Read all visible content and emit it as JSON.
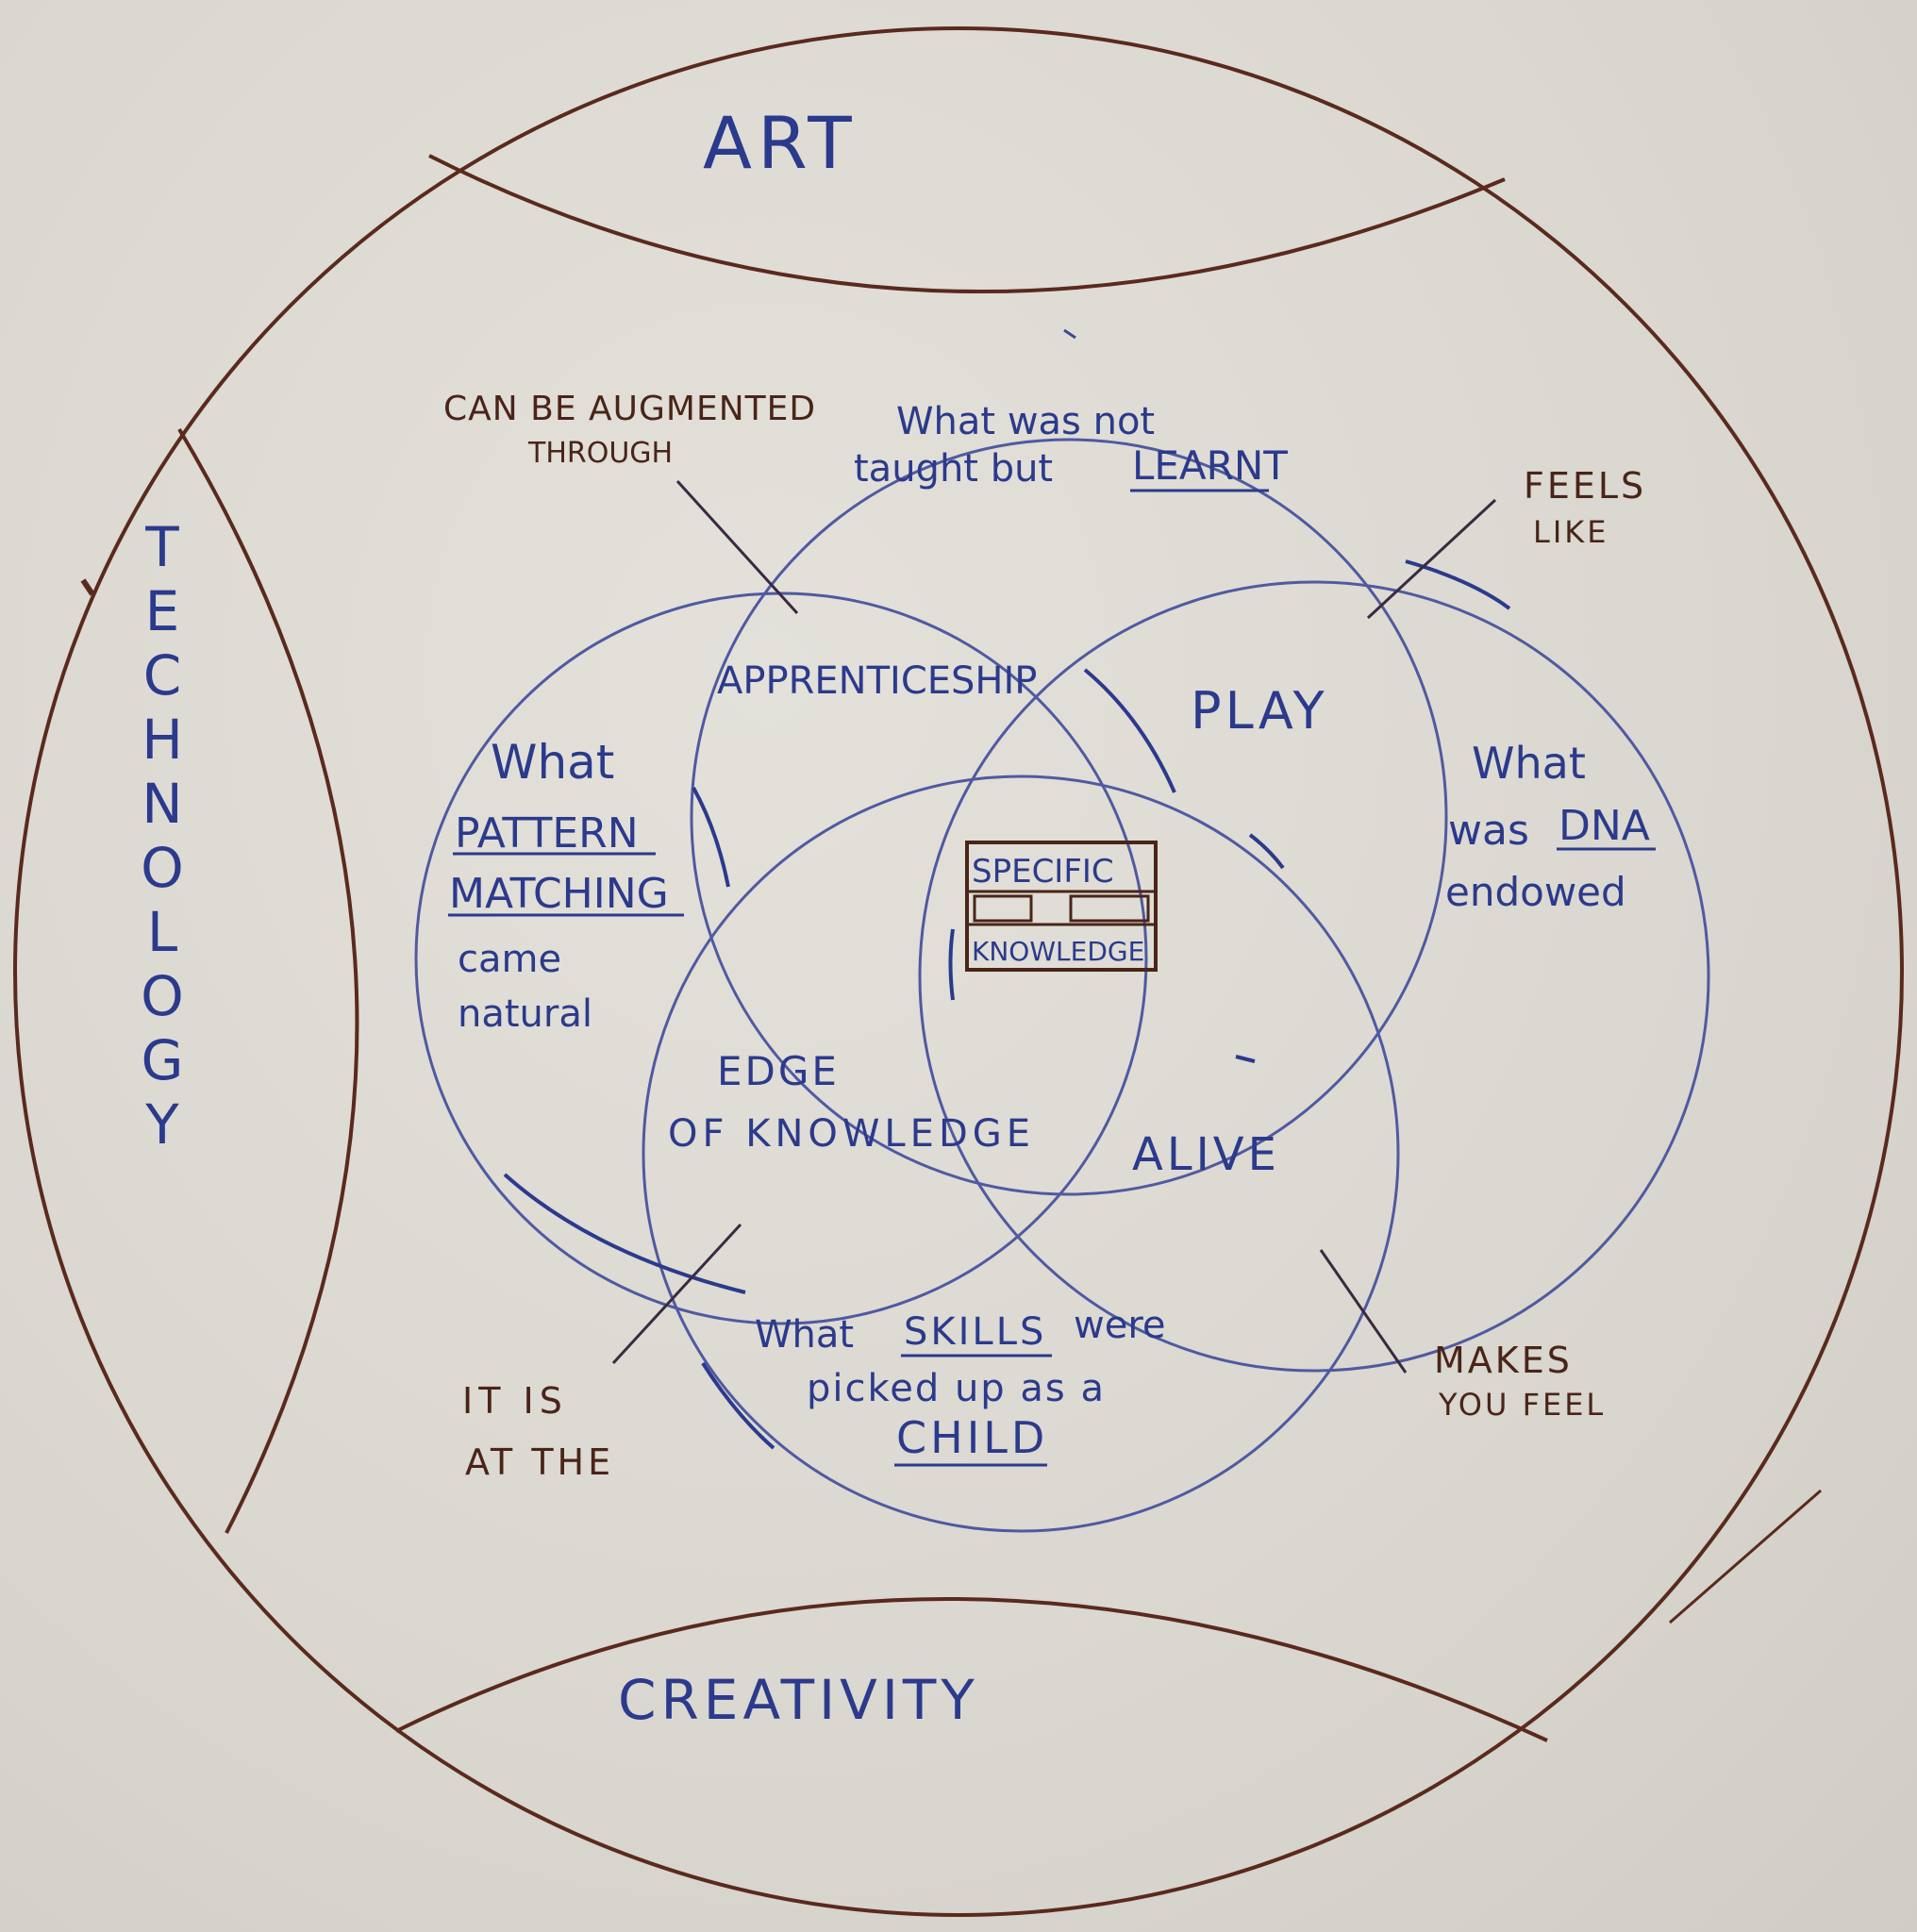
{
  "colors": {
    "paper": "#dcdad2",
    "brown_ink": "#4a2418",
    "blue_ink": "#2b3a8c",
    "circle_ink": "#4f5aa0"
  },
  "outer": {
    "top_band": "ART",
    "left_band": "TECHNOLOGY",
    "bottom_band": "CREATIVITY"
  },
  "annotations": {
    "augmented": [
      "CAN BE AUGMENTED",
      "THROUGH"
    ],
    "feels_like": [
      "FEELS",
      "LIKE"
    ],
    "it_is_at_the": [
      "IT IS",
      "AT THE"
    ],
    "makes_you_feel": [
      "MAKES",
      "YOU FEEL"
    ]
  },
  "circles": {
    "top": {
      "lines": [
        "What was not",
        "taught but"
      ],
      "key": "LEARNT"
    },
    "left": {
      "pre": "What",
      "key1": "PATTERN",
      "key2": "MATCHING",
      "post": [
        "came",
        "natural"
      ]
    },
    "right": {
      "pre": "What",
      "mid": "was",
      "key": "DNA",
      "post": "endowed"
    },
    "bottom": {
      "line1_pre": "What",
      "key": "SKILLS",
      "line1_post": "were",
      "line2": "picked up as a",
      "key2": "CHILD"
    }
  },
  "overlaps": {
    "top_left": "APPRENTICESHIP",
    "top_right": "PLAY",
    "left_bottom": [
      "EDGE",
      "OF KNOWLEDGE"
    ],
    "right_bottom": "ALIVE",
    "center": [
      "SPECIFIC",
      "KNOWLEDGE"
    ]
  }
}
